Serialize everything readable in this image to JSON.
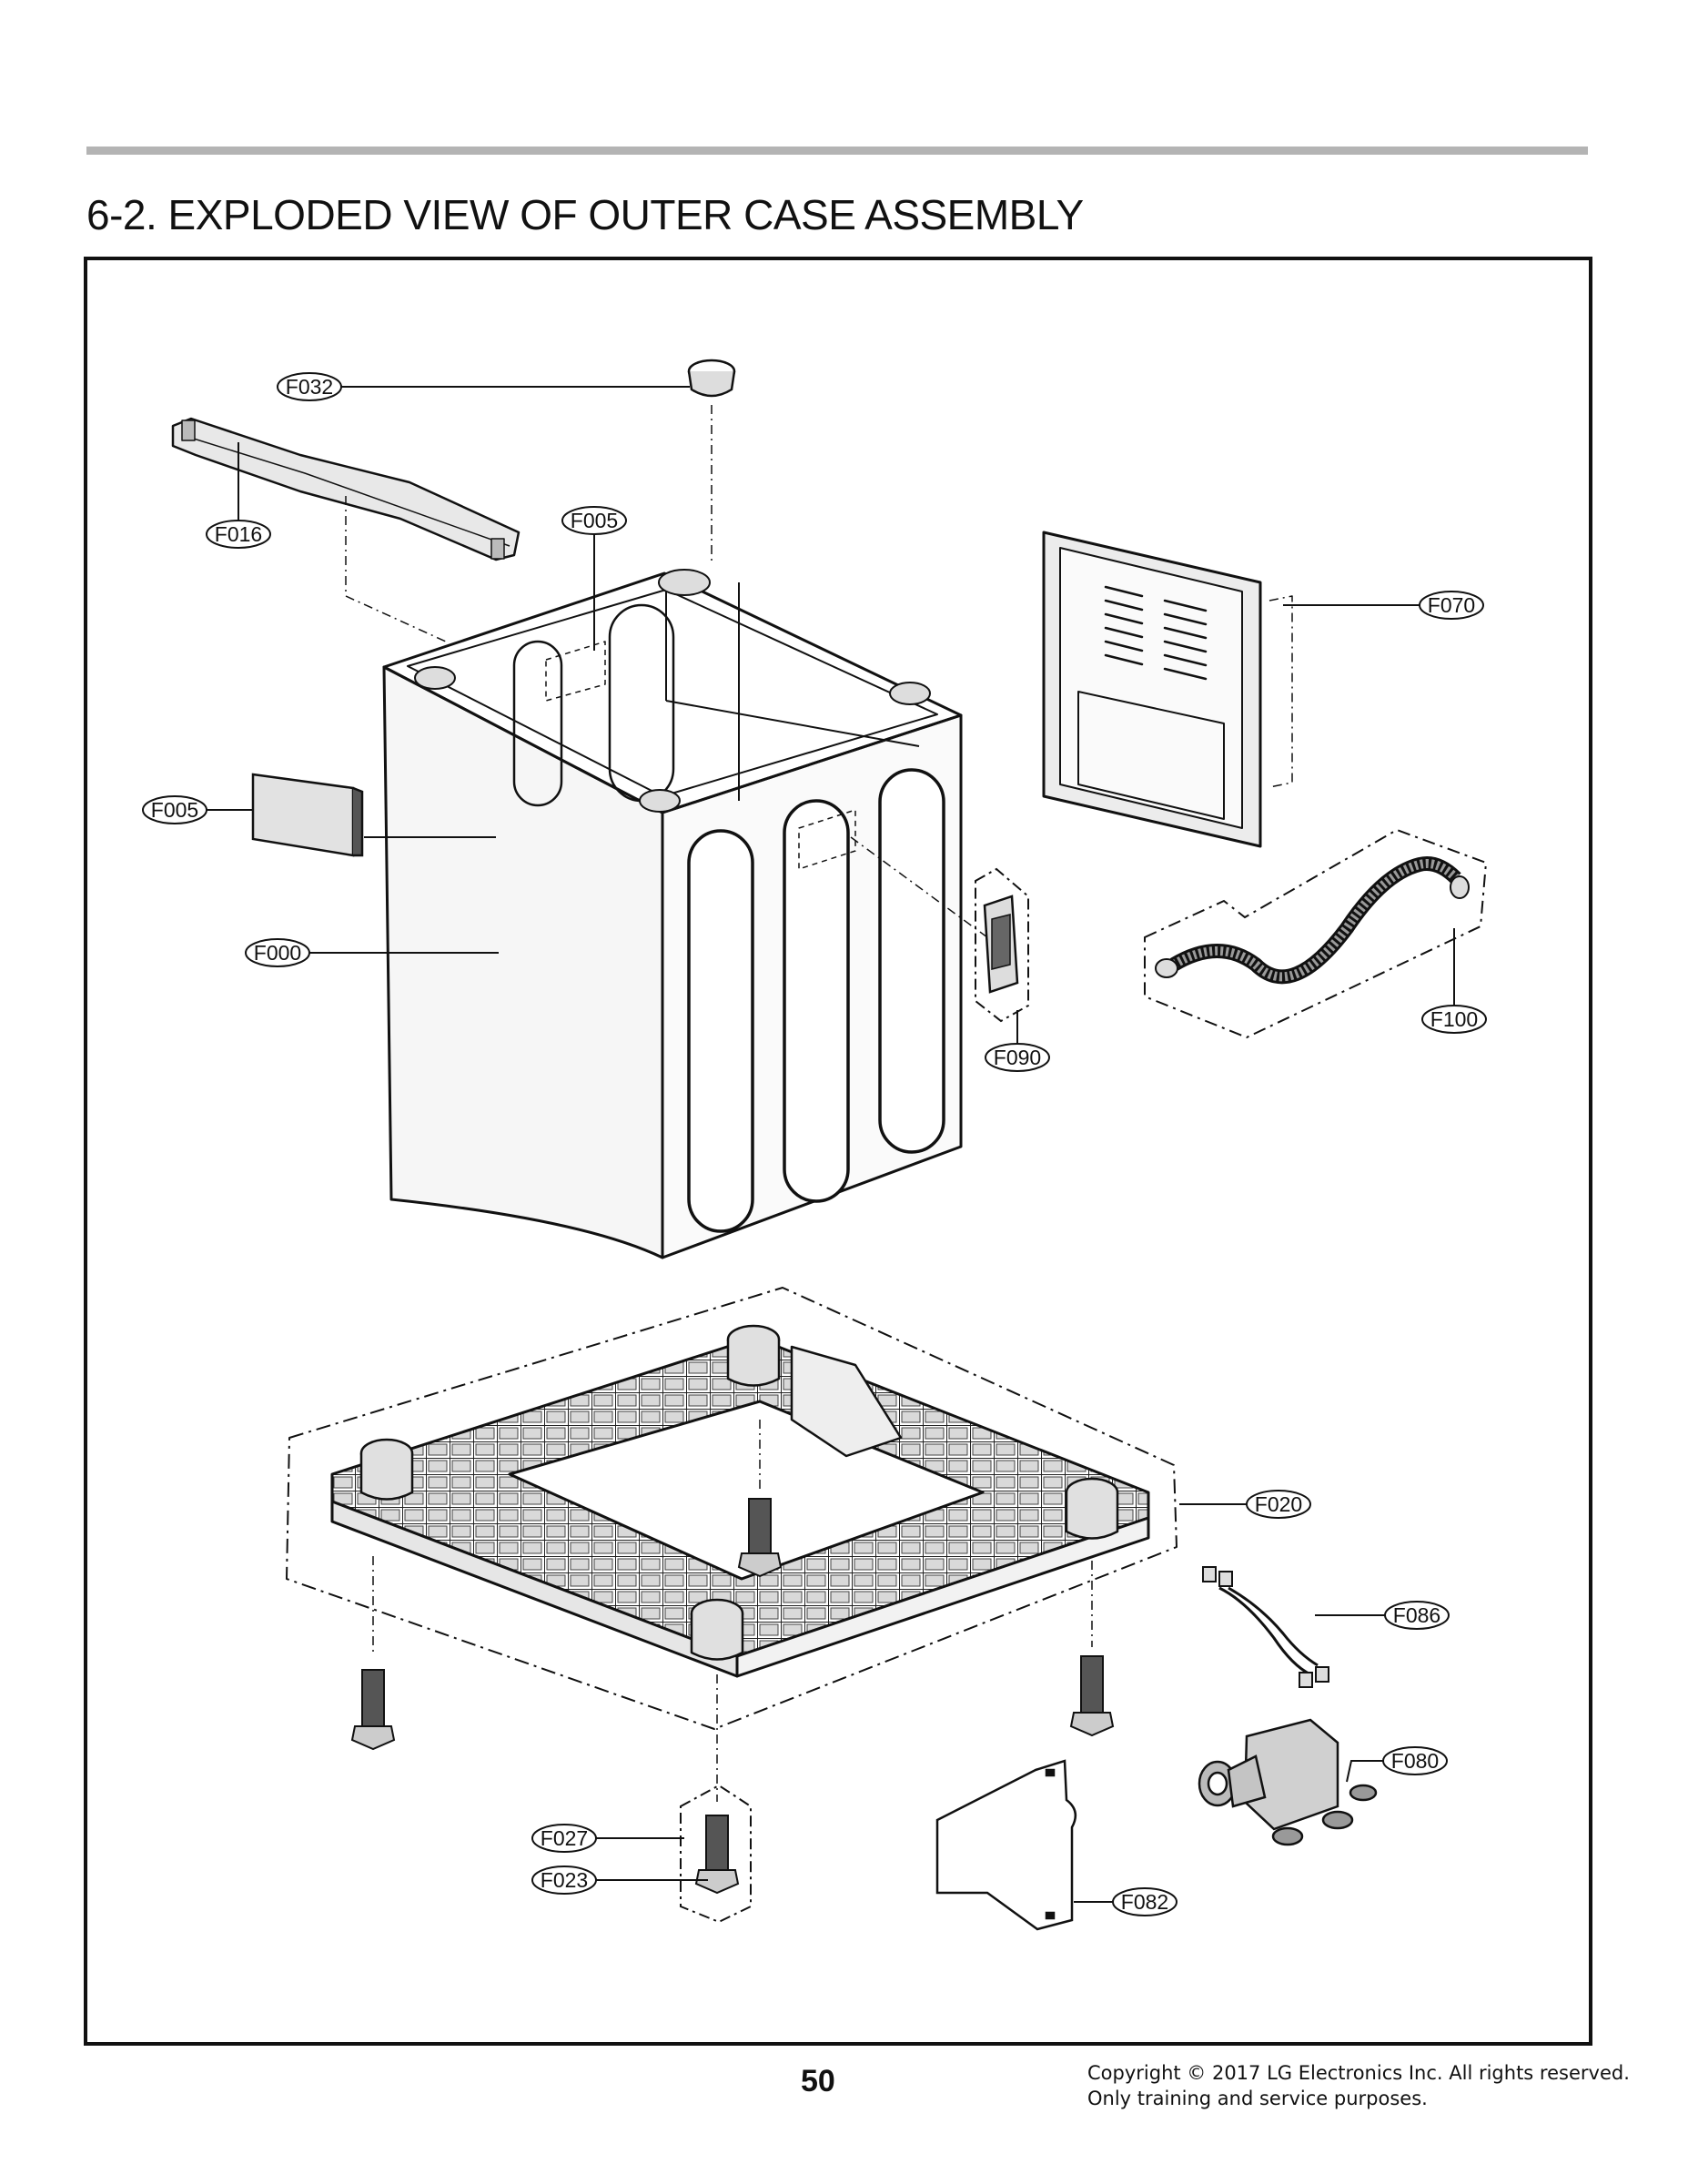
{
  "page": {
    "title": "6-2. EXPLODED VIEW OF OUTER CASE ASSEMBLY",
    "page_number": "50",
    "copyright_line1": "Copyright © 2017 LG Electronics  Inc. All rights reserved.",
    "copyright_line2": "Only training and service  purposes."
  },
  "callouts": {
    "f032": "F032",
    "f016": "F016",
    "f005_top": "F005",
    "f070": "F070",
    "f005_left": "F005",
    "f000": "F000",
    "f090": "F090",
    "f100": "F100",
    "f020": "F020",
    "f086": "F086",
    "f080": "F080",
    "f027": "F027",
    "f023": "F023",
    "f082": "F082"
  }
}
